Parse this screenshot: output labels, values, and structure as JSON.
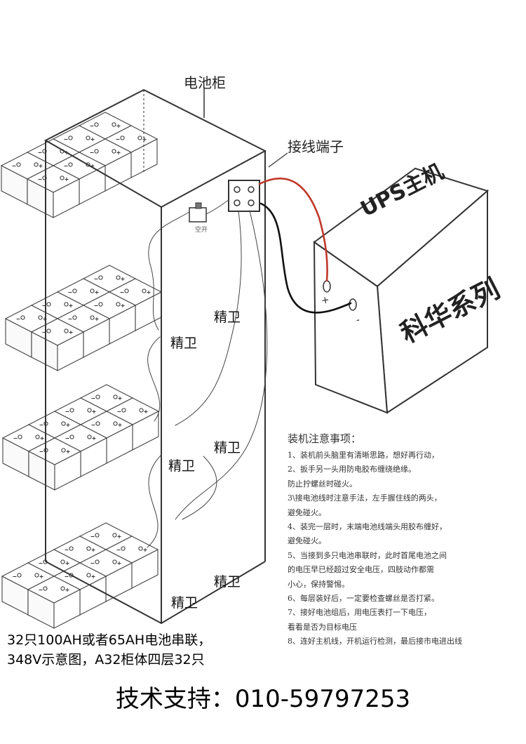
{
  "labels": {
    "cabinet": "电池柜",
    "terminal": "接线端子",
    "switch": "空开",
    "ups_title": "UPS主机",
    "brand": "科华系列",
    "plus": "+",
    "minus": "-"
  },
  "battery_brand": "精卫",
  "notes": {
    "title": "装机注意事项：",
    "lines": [
      "1、装机前头脑里有清晰思路，想好再行动，",
      "2、扳手另一头用防电胶布缠绕绝缘。",
      "防止拧螺丝时碰火。",
      "3\\接电池线时注意手法，左手握住线的两头，",
      "避免碰火。",
      "4、装完一层时，末端电池线端头用胶布缠好，",
      "避免碰火。",
      "5、当接到多只电池串联时，此时首尾电池之间",
      "的电压早已经超过安全电压，四肢动作都需",
      "小心，保持警惕。",
      "6、每层装好后，一定要检查螺丝是否打紧。",
      "7、接好电池组后，用电压表打一下电压，",
      "看看是否为目标电压",
      "8、连好主机线，开机运行检测，最后接市电进出线"
    ]
  },
  "caption": {
    "line1": "32只100AH或者65AH电池串联，",
    "line2": "348V示意图，A32柜体四层32只"
  },
  "support": "技术支持：010-59797253",
  "colors": {
    "line": "#333333",
    "wire_red": "#c0392b",
    "wire_black": "#111111"
  }
}
